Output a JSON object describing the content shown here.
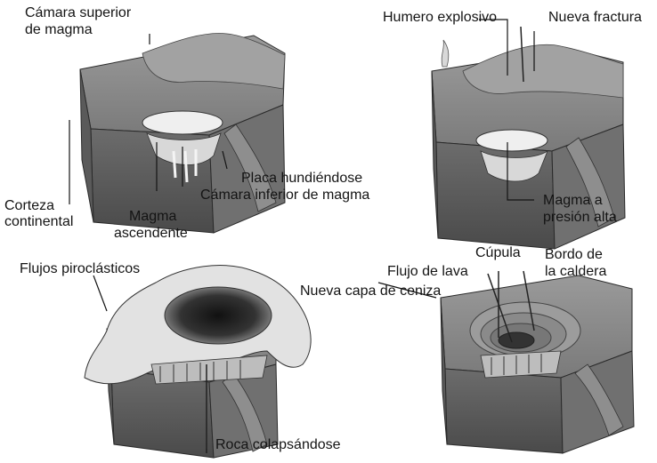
{
  "panels": {
    "p1": {
      "labels": {
        "upper_chamber": [
          "Cámara superior",
          "de magma"
        ],
        "continental_crust": [
          "Corteza",
          "continental"
        ],
        "rising_magma": [
          "Magma",
          "ascendente"
        ],
        "sinking_plate": "Placa hundiéndose",
        "lower_chamber": "Cámara inferior de magma"
      }
    },
    "p2": {
      "labels": {
        "explosive_vent": "Humero explosivo",
        "new_fracture": "Nueva fractura",
        "high_pressure_magma": [
          "Magma a",
          "presión alta"
        ]
      }
    },
    "p3": {
      "labels": {
        "pyroclastic_flows": "Flujos piroclásticos",
        "collapsing_rock": "Roca colapsándose"
      }
    },
    "p4": {
      "labels": {
        "dome": "Cúpula",
        "lava_flow": "Flujo de lava",
        "caldera_rim": [
          "Bordo de",
          "la caldera"
        ],
        "new_ash_layer": "Nueva capa de ceniza"
      }
    }
  },
  "colors": {
    "ink": "#141414",
    "block_top": "#8e8e8e",
    "block_front": "#5e5e5e",
    "block_side": "#767676",
    "plate": "#8a8a8a",
    "chamber": "#f2f2f2",
    "lower_rock": "#525252"
  }
}
